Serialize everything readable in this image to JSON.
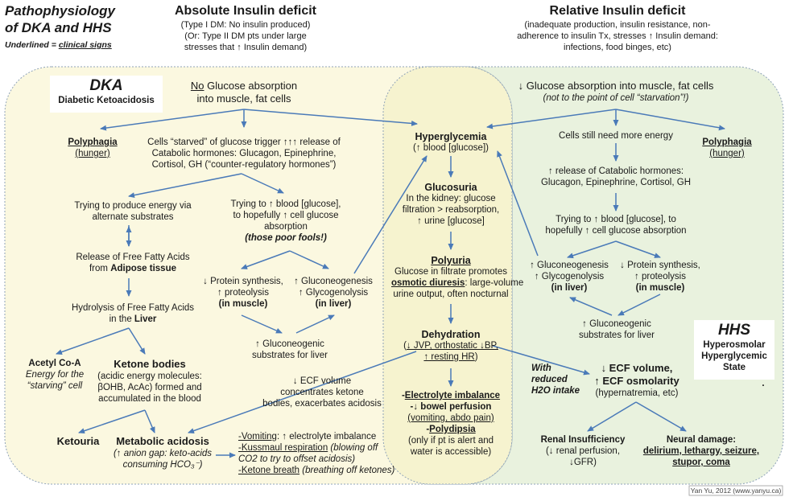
{
  "colors": {
    "dka_fill": "#fbf8e0",
    "hhs_fill": "#e9f2de",
    "center_fill": "#f6f3cf",
    "arrow": "#4a7ab8",
    "border": "#8fa3b8"
  },
  "header": {
    "title_l1": "Pathophysiology",
    "title_l2": "of DKA and HHS",
    "legend_prefix": "Underlined = ",
    "legend_key": "clinical signs",
    "absolute_title": "Absolute Insulin deficit",
    "absolute_l1": "(Type I DM: No insulin produced)",
    "absolute_l2": "(Or: Type II DM pts under large",
    "absolute_l3": "stresses that ↑ Insulin demand)",
    "relative_title": "Relative Insulin deficit",
    "relative_l1": "(inadequate production, insulin resistance, non-",
    "relative_l2": "adherence to insulin Tx, stresses ↑ Insulin demand:",
    "relative_l3": "infections, food binges, etc)"
  },
  "dka": {
    "abbr": "DKA",
    "full": "Diabetic Ketoacidosis",
    "no_glucose_u": "No",
    "no_glucose_l1": " Glucose absorption",
    "no_glucose_l2": "into muscle, fat cells",
    "polyphagia": "Polyphagia",
    "hunger": "(hunger)",
    "starved_l1": "Cells “starved” of glucose trigger ↑↑↑ release of",
    "starved_l2": "Catabolic hormones: Glucagon, Epinephrine,",
    "starved_l3": "Cortisol, GH (“counter-regulatory hormones”)",
    "alt_l1": "Trying to produce energy via",
    "alt_l2": "alternate substrates",
    "try_l1": "Trying to ↑ blood [glucose],",
    "try_l2": "to hopefully ↑ cell glucose",
    "try_l3": "absorption",
    "try_l4": "(those poor fools!)",
    "ffa_l1": "Release of Free Fatty Acids",
    "ffa_l2a": "from ",
    "ffa_l2b": "Adipose tissue",
    "protein_l1": "↓ Protein synthesis,",
    "protein_l2": "↑ proteolysis",
    "protein_l3": "(in muscle)",
    "gluco_l1": "↑ Gluconeogenesis",
    "gluco_l2": "↑ Glycogenolysis",
    "gluco_l3": "(in liver)",
    "hydrolysis_l1": "Hydrolysis of Free Fatty Acids",
    "hydrolysis_l2a": "in the ",
    "hydrolysis_l2b": "Liver",
    "substrates_l1": "↑ Gluconeogenic",
    "substrates_l2": "substrates for liver",
    "acetyl_title": "Acetyl Co-A",
    "acetyl_l1": "Energy for the",
    "acetyl_l2": "“starving” cell",
    "ketone_title": "Ketone bodies",
    "ketone_l1": "(acidic energy molecules:",
    "ketone_l2": "βOHB, AcAc) formed and",
    "ketone_l3": "accumulated in the blood",
    "ecf_l1": "↓ ECF volume",
    "ecf_l2": "concentrates ketone",
    "ecf_l3": "bodies, exacerbates acidosis",
    "ketouria": "Ketouria",
    "acidosis_title": "Metabolic acidosis",
    "acidosis_l1": "(↑ anion gap: keto-acids",
    "acidosis_l2": "consuming HCO₃⁻)",
    "vomit_a": "-Vomiting",
    "vomit_b": ": ↑ electrolyte imbalance",
    "kuss_a": "-Kussmaul respiration",
    "kuss_b": " (blowing off",
    "kuss_c": "CO2 to try to offset acidosis)",
    "breath_a": "-Ketone breath",
    "breath_b": " (breathing off ketones)"
  },
  "center": {
    "hyper_title": "Hyperglycemia",
    "hyper_sub": "(↑ blood [glucose])",
    "glucosuria_title": "Glucosuria",
    "glucosuria_l1": "In the kidney: glucose",
    "glucosuria_l2": "filtration > reabsorption,",
    "glucosuria_l3": "↑ urine [glucose]",
    "polyuria_title": "Polyuria",
    "polyuria_l1": "Glucose in filtrate promotes",
    "polyuria_l2a": "osmotic diuresis",
    "polyuria_l2b": ": large-volume",
    "polyuria_l3": "urine output, often nocturnal",
    "dehyd_title": "Dehydration",
    "dehyd_l1a": "(",
    "dehyd_l1b": "↓ JVP, orthostatic ↓BP,",
    "dehyd_l2a": "↑ resting HR",
    "dehyd_l2b": ")",
    "electro_a": "-",
    "electro_b": "Electrolyte imbalance",
    "bowel": "-↓ bowel perfusion",
    "bowel_sub": "(vomiting, abdo pain)",
    "polydipsia_a": "-",
    "polydipsia_b": "Polydipsia",
    "polydipsia_l1": "(only if pt is alert and",
    "polydipsia_l2": "water is accessible)"
  },
  "hhs": {
    "abbr": "HHS",
    "full_l1": "Hyperosmolar",
    "full_l2": "Hyperglycemic",
    "full_l3": "State",
    "dot": ".",
    "decreased_l1": "↓ Glucose absorption into muscle, fat cells",
    "decreased_l2": "(not to the point of  cell “starvation”!)",
    "still_need": "Cells still need more energy",
    "polyphagia": "Polyphagia",
    "hunger": "(hunger)",
    "release_l1": "↑ release of Catabolic hormones:",
    "release_l2": "Glucagon, Epinephrine, Cortisol, GH",
    "try_l1": "Trying to ↑ blood [glucose], to",
    "try_l2": "hopefully ↑ cell glucose absorption",
    "gluco_l1": "↑ Gluconeogenesis",
    "gluco_l2": "↑ Glycogenolysis",
    "gluco_l3": "(in liver)",
    "protein_l1": "↓ Protein synthesis,",
    "protein_l2": "↑ proteolysis",
    "protein_l3": "(in muscle)",
    "substrates_l1": "↑ Gluconeogenic",
    "substrates_l2": "substrates for liver",
    "reduced_l1": "With",
    "reduced_l2": "reduced",
    "reduced_l3": "H2O intake",
    "ecf_l1": "↓ ECF volume,",
    "ecf_l2": "↑ ECF osmolarity",
    "ecf_l3": "(hypernatremia, etc)",
    "renal_title": "Renal Insufficiency",
    "renal_l1": "(↓ renal perfusion,",
    "renal_l2": "↓GFR)",
    "neuro_title": "Neural  damage:",
    "neuro_l1": "delirium, lethargy, seizure,",
    "neuro_l2": "stupor, coma"
  },
  "credit": "Yan Yu, 2012 (www.yanyu.ca)"
}
